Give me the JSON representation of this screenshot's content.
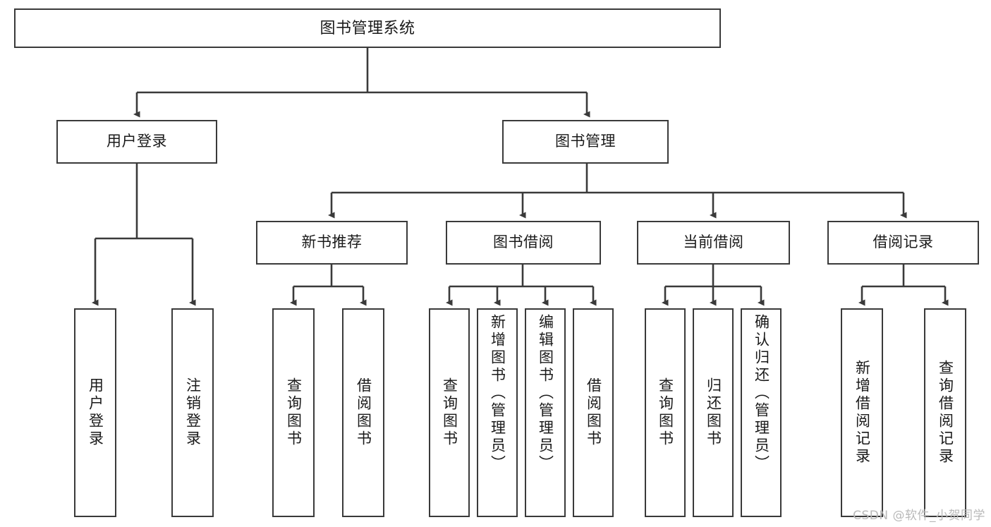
{
  "diagram": {
    "title": "图书管理系统",
    "type": "tree-hierarchy",
    "watermark": "CSDN @软件_小贺同学",
    "colors": {
      "stroke": "#3a3a3a",
      "fill": "#ffffff",
      "text": "#1a1a1a",
      "watermark": "#b9b9b9"
    },
    "nodes": {
      "root": {
        "label": "图书管理系统"
      },
      "level2": [
        {
          "label": "用户登录"
        },
        {
          "label": "图书管理"
        }
      ],
      "level3": [
        {
          "label": "新书推荐"
        },
        {
          "label": "图书借阅"
        },
        {
          "label": "当前借阅"
        },
        {
          "label": "借阅记录"
        }
      ],
      "leaves": {
        "user_login": [
          {
            "label": "用户登录"
          },
          {
            "label": "注销登录"
          }
        ],
        "new_book_recommend": [
          {
            "label": "查询图书"
          },
          {
            "label": "借阅图书"
          }
        ],
        "book_borrow": [
          {
            "label": "查询图书"
          },
          {
            "label": "新增图书（管理员）"
          },
          {
            "label": "编辑图书（管理员）"
          },
          {
            "label": "借阅图书"
          }
        ],
        "current_borrow": [
          {
            "label": "查询图书"
          },
          {
            "label": "归还图书"
          },
          {
            "label": "确认归还（管理员）"
          }
        ],
        "borrow_record": [
          {
            "label": "新增借阅记录"
          },
          {
            "label": "查询借阅记录"
          }
        ]
      }
    }
  }
}
